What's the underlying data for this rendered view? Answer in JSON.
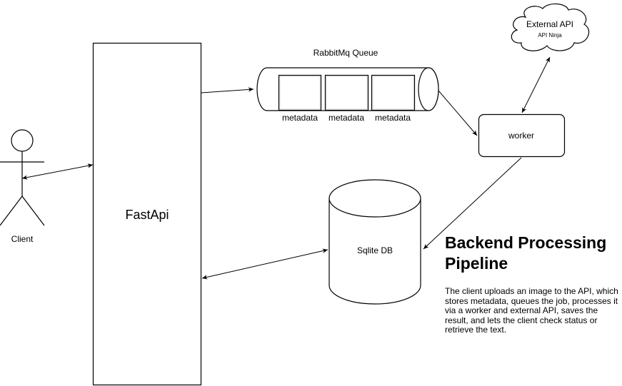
{
  "diagram": {
    "client": {
      "label": "Client"
    },
    "fastapi": {
      "label": "FastApi"
    },
    "queue": {
      "title": "RabbitMq Queue",
      "items": [
        "metadata",
        "metadata",
        "metadata"
      ]
    },
    "worker": {
      "label": "worker"
    },
    "external_api": {
      "title": "External API",
      "subtitle": "API Ninja"
    },
    "database": {
      "label": "Sqlite DB"
    },
    "note": {
      "title": "Backend Processing Pipeline",
      "body": "The client uploads an image to the API, which stores metadata, queues the job, processes it via a worker and external API, saves the result, and lets the client check status or retrieve the text."
    }
  },
  "colors": {
    "stroke": "#000000",
    "background": "#ffffff"
  }
}
